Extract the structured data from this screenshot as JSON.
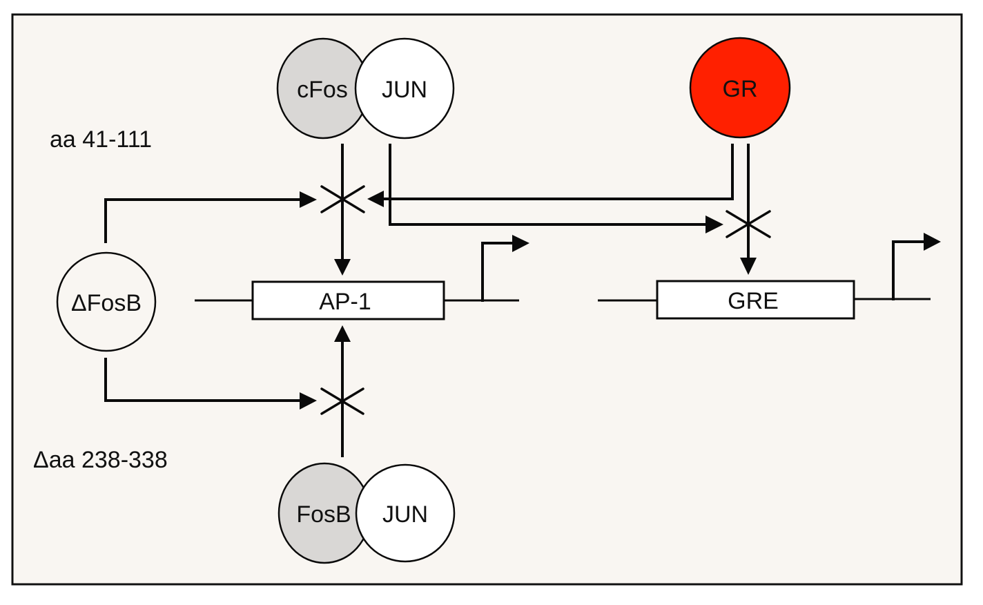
{
  "diagram": {
    "colors": {
      "background": "#f9f6f2",
      "fos_fill": "#d9d7d5",
      "jun_fill": "#ffffff",
      "gr_fill": "#ff2000",
      "deltafosb_fill": "#f9f6f2"
    },
    "annotations": {
      "top_left": "aa 41-111",
      "bottom_left": "Δaa 238-338"
    },
    "nodes": {
      "cfos": "cFos",
      "jun_top": "JUN",
      "gr": "GR",
      "deltafosb": "ΔFosB",
      "fosb": "FosB",
      "jun_bottom": "JUN"
    },
    "elements": {
      "ap1": "AP-1",
      "gre": "GRE"
    },
    "edges": [
      {
        "from": "ΔFosB",
        "to": "cFos/JUN→AP-1",
        "type": "inhibits"
      },
      {
        "from": "ΔFosB",
        "to": "FosB/JUN→AP-1",
        "type": "inhibits"
      },
      {
        "from": "GR",
        "to": "cFos/JUN→AP-1",
        "type": "inhibits"
      },
      {
        "from": "JUN",
        "to": "GR→GRE",
        "type": "inhibits"
      },
      {
        "from": "cFos/JUN",
        "to": "AP-1",
        "type": "activates"
      },
      {
        "from": "FosB/JUN",
        "to": "AP-1",
        "type": "activates"
      },
      {
        "from": "GR",
        "to": "GRE",
        "type": "activates"
      }
    ]
  }
}
